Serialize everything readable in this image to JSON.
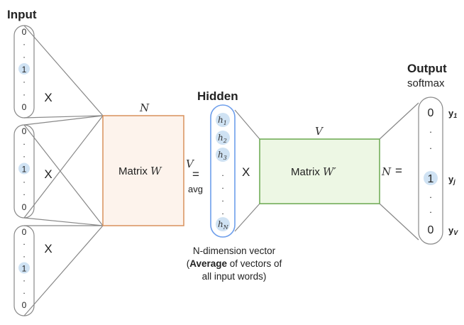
{
  "labels": {
    "input": "Input",
    "hidden": "Hidden",
    "output": "Output",
    "softmax": "softmax",
    "matrix_w": "Matrix ",
    "matrix_w_sym": "W",
    "matrix_w2": "Matrix ",
    "matrix_w2_sym": "W′",
    "n_top": "N",
    "v_top": "V",
    "v_side": "V",
    "eq1": "=",
    "avg": "avg",
    "x_hidden": "X",
    "n_out": "N",
    "eq2": "="
  },
  "input_vectors": [
    {
      "entries": [
        "0",
        ".",
        ".",
        "1",
        ".",
        ".",
        "0"
      ],
      "multiply": "X"
    },
    {
      "entries": [
        "0",
        ".",
        ".",
        "1",
        ".",
        ".",
        "0"
      ],
      "multiply": "X"
    },
    {
      "entries": [
        "0",
        ".",
        ".",
        "1",
        ".",
        ".",
        "0"
      ],
      "multiply": "X"
    }
  ],
  "hidden_vector": {
    "entries": [
      "h",
      "h",
      "h",
      ".",
      ".",
      ".",
      ".",
      "h"
    ],
    "subs": [
      "1",
      "2",
      "3",
      "",
      "",
      "",
      "",
      "N"
    ]
  },
  "output_vector": {
    "entries": [
      "0",
      ".",
      ".",
      "1",
      ".",
      ".",
      "0"
    ],
    "labels": [
      "y",
      "y",
      "y"
    ],
    "subs": [
      "1",
      "j",
      "V"
    ]
  },
  "caption": {
    "line1": "N-dimension vector",
    "line2_open": "(",
    "line2_bold": "Average",
    "line2_rest": " of vectors of",
    "line3": "all input words)"
  },
  "colors": {
    "matrix_w_border": "#d8915c",
    "matrix_w_fill": "#fdf3ec",
    "matrix_w2_border": "#6aa84f",
    "matrix_w2_fill": "#edf7e4",
    "hidden_border": "#6d9eeb",
    "highlight": "#cfe2f3",
    "lines": "#888888"
  }
}
